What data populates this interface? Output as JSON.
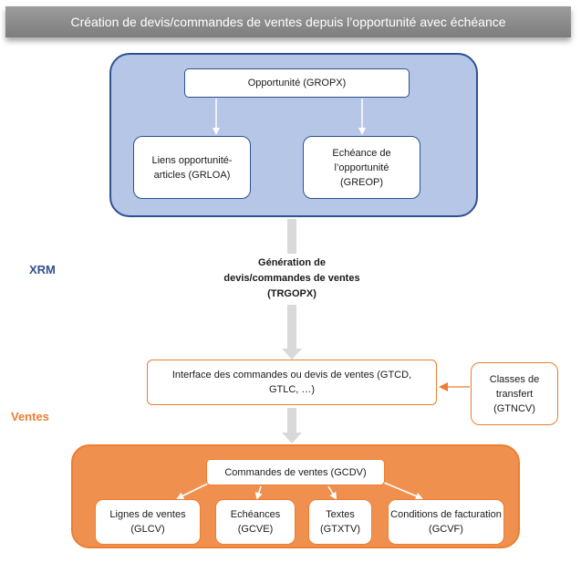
{
  "title": "Création de devis/commandes de ventes depuis l’opportunité avec échéance",
  "colors": {
    "xrm_panel_fill": "#b5c6e7",
    "xrm_accent": "#2f528f",
    "ventes_panel_fill": "#f0904f",
    "ventes_accent": "#ed7d31",
    "title_bar": "#8c8c8c",
    "connector_gray": "#d9d9d9"
  },
  "sections": {
    "xrm_label": "XRM",
    "ventes_label": "Ventes"
  },
  "nodes": {
    "opportunite": "Opportunité (GROPX)",
    "liens_opportunite": "Liens opportunité-articles (GRLOA)",
    "echeance_opportunite": "Echéance de l’opportunité (GREOP)",
    "generation": "Génération de devis/commandes de ventes (TRGOPX)",
    "interface_commandes": "Interface des commandes ou devis de ventes (GTCD, GTLC, …)",
    "classes_transfert": "Classes de transfert (GTNCV)",
    "commandes_ventes": "Commandes de ventes (GCDV)",
    "lignes_ventes": "Lignes de ventes (GLCV)",
    "echeances": "Echéances (GCVE)",
    "textes": "Textes (GTXTV)",
    "conditions_facturation": "Conditions de facturation (GCVF)"
  }
}
